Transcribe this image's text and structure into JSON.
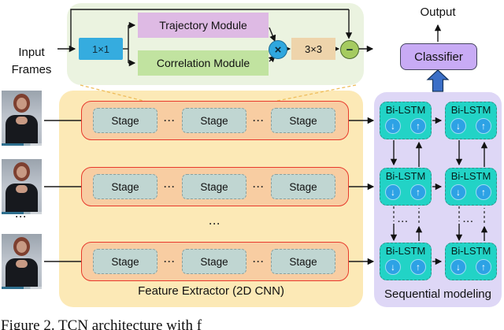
{
  "figure": {
    "caption_visible": "Figure 2. TCN architecture with f",
    "ellipsis": "···"
  },
  "input": {
    "label": "Input Frames"
  },
  "stage_detail": {
    "conv_1x1": "1×1",
    "trajectory_module": "Trajectory Module",
    "correlation_module": "Correlation Module",
    "multiply": "×",
    "conv_3x3": "3×3",
    "subtract": "−"
  },
  "feature_extractor": {
    "label": "Feature Extractor (2D CNN)",
    "stage": "Stage",
    "ellipsis": "···"
  },
  "sequential_modeling": {
    "label": "Sequential modeling",
    "bilstm": "Bi-LSTM",
    "forward_arrow": "↓",
    "backward_arrow": "↑",
    "ellipsis": "···"
  },
  "classifier": {
    "label": "Classifier",
    "output_label": "Output"
  },
  "colors": {
    "panel_green": "#ebf3e0",
    "panel_orange": "#fce9b6",
    "panel_purple": "#ded7f6",
    "row_salmon": "#f8cda2",
    "row_border_red": "#e8392b",
    "stage_gray": "#c0d6d2",
    "conv_cyan": "#35acdf",
    "trajectory_pink": "#debae4",
    "correlation_green": "#c1e3a0",
    "conv3x3_tan": "#eed4ab",
    "multiply_blue": "#2fa7de",
    "subtract_green": "#a5cb60",
    "bilstm_teal": "#22d3c6",
    "lstm_circle_blue": "#2da2e5",
    "classifier_purple": "#c8abf5",
    "block_arrow_blue": "#3b6fc7",
    "zoom_dash_orange": "#eebc5a"
  }
}
